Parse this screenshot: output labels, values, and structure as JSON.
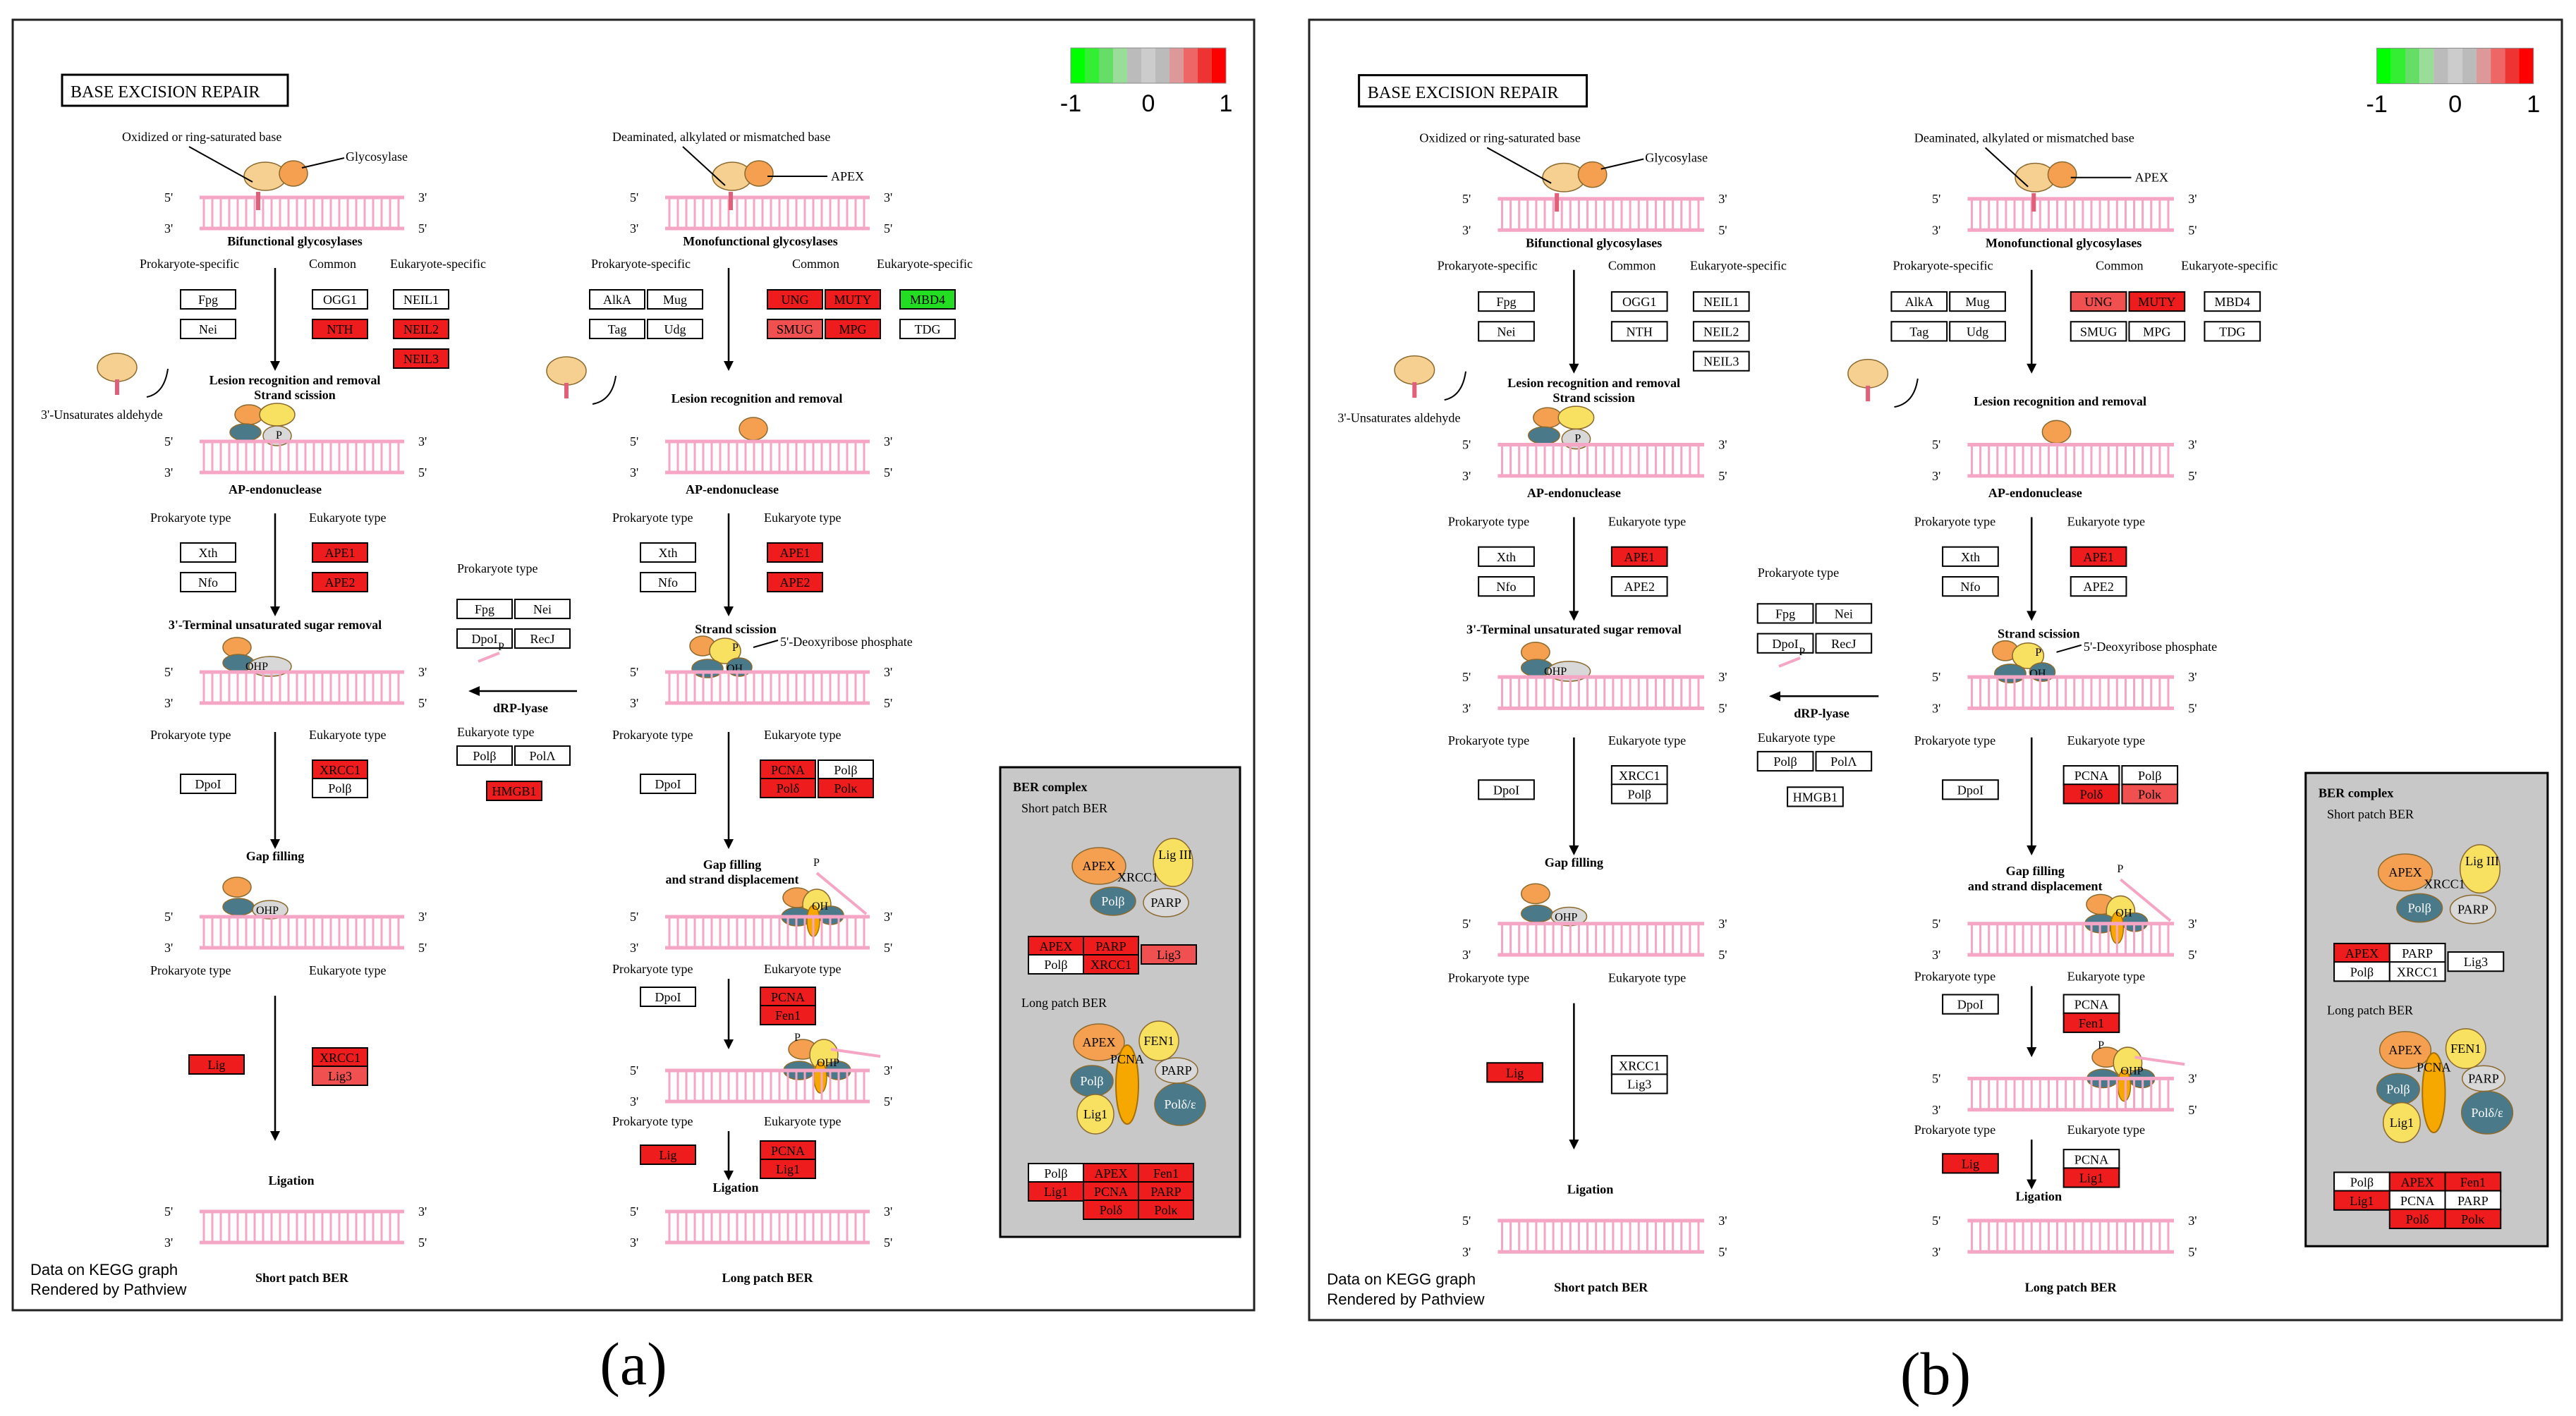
{
  "panels": [
    {
      "id": "a",
      "letter": "(a)",
      "title": "BASE EXCISION REPAIR",
      "footer": [
        "Data on KEGG graph",
        "Rendered by Pathview"
      ],
      "legend": [
        "-1",
        "0",
        "1"
      ],
      "labels": {
        "oxidized": "Oxidized or ring-saturated base",
        "glycosylase": "Glycosylase",
        "deaminated": "Deaminated, alkylated or mismatched base",
        "apex": "APEX",
        "bifunctional": "Bifunctional glycosylases",
        "monofunctional": "Monofunctional glycosylases",
        "prok_specific": "Prokaryote-specific",
        "common": "Common",
        "euk_specific": "Eukaryote-specific",
        "lesion_left": "Lesion recognition and removal",
        "strand_scission_left": "Strand scission",
        "lesion_right": "Lesion recognition and removal",
        "unsat_aldehyde": "3'-Unsaturates aldehyde",
        "ap_endo_left": "AP-endonuclease",
        "ap_endo_right": "AP-endonuclease",
        "prok_type": "Prokaryote type",
        "euk_type": "Eukaryote type",
        "terminal_removal": "3'-Terminal unsaturated sugar removal",
        "strand_scission_right": "Strand scission",
        "deoxyribose": "5'-Deoxyribose phosphate",
        "drp_lyase": "dRP-lyase",
        "gap_filling_left": "Gap filling",
        "gap_filling_right": "Gap filling",
        "strand_displacement": "and strand displacement",
        "ligation_left": "Ligation",
        "ligation_right": "Ligation",
        "short_patch": "Short patch BER",
        "long_patch": "Long patch BER",
        "ber_complex": "BER complex",
        "short_patch_ber": "Short patch BER",
        "long_patch_ber": "Long patch BER",
        "p": "P",
        "oh": "OH",
        "ohp": "OHP",
        "five": "5'",
        "three": "3'",
        "mol_apex": "APEX",
        "mol_xrcc1": "XRCC1",
        "mol_lig3": "Lig III",
        "mol_polb": "Polβ",
        "mol_parp": "PARP",
        "mol_fen1": "FEN1",
        "mol_pcna": "PCNA",
        "mol_lig1": "Lig1",
        "mol_polde": "Polδ/ε"
      },
      "genes": {
        "fpg1": {
          "label": "Fpg",
          "color": "#ffffff"
        },
        "nei1": {
          "label": "Nei",
          "color": "#ffffff"
        },
        "ogg1": {
          "label": "OGG1",
          "color": "#ffffff"
        },
        "nth": {
          "label": "NTH",
          "color": "#ee1c1c"
        },
        "neil1": {
          "label": "NEIL1",
          "color": "#ffffff"
        },
        "neil2": {
          "label": "NEIL2",
          "color": "#ee1c1c"
        },
        "neil3": {
          "label": "NEIL3",
          "color": "#ee1c1c"
        },
        "alka": {
          "label": "AlkA",
          "color": "#ffffff"
        },
        "mug": {
          "label": "Mug",
          "color": "#ffffff"
        },
        "tag": {
          "label": "Tag",
          "color": "#ffffff"
        },
        "udg": {
          "label": "Udg",
          "color": "#ffffff"
        },
        "ung": {
          "label": "UNG",
          "color": "#ee1c1c"
        },
        "muty": {
          "label": "MUTY",
          "color": "#ee1c1c"
        },
        "smug": {
          "label": "SMUG",
          "color": "#f05050"
        },
        "mpg": {
          "label": "MPG",
          "color": "#ee1c1c"
        },
        "mbd4": {
          "label": "MBD4",
          "color": "#22dd22"
        },
        "tdg": {
          "label": "TDG",
          "color": "#ffffff"
        },
        "xth1": {
          "label": "Xth",
          "color": "#ffffff"
        },
        "nfo1": {
          "label": "Nfo",
          "color": "#ffffff"
        },
        "ape1a": {
          "label": "APE1",
          "color": "#ee1c1c"
        },
        "ape2a": {
          "label": "APE2",
          "color": "#ee1c1c"
        },
        "xth2": {
          "label": "Xth",
          "color": "#ffffff"
        },
        "nfo2": {
          "label": "Nfo",
          "color": "#ffffff"
        },
        "ape1b": {
          "label": "APE1",
          "color": "#ee1c1c"
        },
        "ape2b": {
          "label": "APE2",
          "color": "#ee1c1c"
        },
        "fpg2": {
          "label": "Fpg",
          "color": "#ffffff"
        },
        "nei2": {
          "label": "Nei",
          "color": "#ffffff"
        },
        "dpol1": {
          "label": "DpoI",
          "color": "#ffffff"
        },
        "recj": {
          "label": "RecJ",
          "color": "#ffffff"
        },
        "polb1": {
          "label": "Polβ",
          "color": "#ffffff"
        },
        "pola": {
          "label": "PolΛ",
          "color": "#ffffff"
        },
        "hmgb1": {
          "label": "HMGB1",
          "color": "#ee1c1c"
        },
        "dpol2": {
          "label": "DpoI",
          "color": "#ffffff"
        },
        "xrcc1a": {
          "label": "XRCC1",
          "color": "#ee1c1c"
        },
        "polb2": {
          "label": "Polβ",
          "color": "#ffffff"
        },
        "dpol3": {
          "label": "DpoI",
          "color": "#ffffff"
        },
        "pcna1": {
          "label": "PCNA",
          "color": "#ee1c1c"
        },
        "polb3": {
          "label": "Polβ",
          "color": "#ffffff"
        },
        "pold1": {
          "label": "Polδ",
          "color": "#ee1c1c"
        },
        "polk1": {
          "label": "Polκ",
          "color": "#ee1c1c"
        },
        "dpol4": {
          "label": "DpoI",
          "color": "#ffffff"
        },
        "pcna2": {
          "label": "PCNA",
          "color": "#ee1c1c"
        },
        "fen1a": {
          "label": "Fen1",
          "color": "#ee1c1c"
        },
        "lig_l": {
          "label": "Lig",
          "color": "#ee1c1c"
        },
        "xrcc1b": {
          "label": "XRCC1",
          "color": "#ee1c1c"
        },
        "lig3a": {
          "label": "Lig3",
          "color": "#f05050"
        },
        "lig_r": {
          "label": "Lig",
          "color": "#ee1c1c"
        },
        "pcna3": {
          "label": "PCNA",
          "color": "#ee1c1c"
        },
        "lig1a": {
          "label": "Lig1",
          "color": "#ee1c1c"
        },
        "c_apex": {
          "label": "APEX",
          "color": "#ee1c1c"
        },
        "c_parp": {
          "label": "PARP",
          "color": "#ee1c1c"
        },
        "c_polb": {
          "label": "Polβ",
          "color": "#ffffff"
        },
        "c_xrcc1": {
          "label": "XRCC1",
          "color": "#ee1c1c"
        },
        "c_lig3": {
          "label": "Lig3",
          "color": "#f05050"
        },
        "l_polb": {
          "label": "Polβ",
          "color": "#ffffff"
        },
        "l_apex": {
          "label": "APEX",
          "color": "#ee1c1c"
        },
        "l_fen1": {
          "label": "Fen1",
          "color": "#ee1c1c"
        },
        "l_lig1": {
          "label": "Lig1",
          "color": "#ee1c1c"
        },
        "l_pcna": {
          "label": "PCNA",
          "color": "#ee1c1c"
        },
        "l_parp": {
          "label": "PARP",
          "color": "#ee1c1c"
        },
        "l_pold": {
          "label": "Polδ",
          "color": "#ee1c1c"
        },
        "l_polk": {
          "label": "Polκ",
          "color": "#ee1c1c"
        }
      }
    },
    {
      "id": "b",
      "letter": "(b)",
      "title": "BASE EXCISION REPAIR",
      "footer": [
        "Data on KEGG graph",
        "Rendered by Pathview"
      ],
      "legend": [
        "-1",
        "0",
        "1"
      ],
      "labels": {
        "oxidized": "Oxidized or ring-saturated base",
        "glycosylase": "Glycosylase",
        "deaminated": "Deaminated, alkylated or mismatched base",
        "apex": "APEX",
        "bifunctional": "Bifunctional glycosylases",
        "monofunctional": "Monofunctional glycosylases",
        "prok_specific": "Prokaryote-specific",
        "common": "Common",
        "euk_specific": "Eukaryote-specific",
        "lesion_left": "Lesion recognition and removal",
        "strand_scission_left": "Strand scission",
        "lesion_right": "Lesion recognition and removal",
        "unsat_aldehyde": "3'-Unsaturates aldehyde",
        "ap_endo_left": "AP-endonuclease",
        "ap_endo_right": "AP-endonuclease",
        "prok_type": "Prokaryote type",
        "euk_type": "Eukaryote type",
        "terminal_removal": "3'-Terminal unsaturated sugar removal",
        "strand_scission_right": "Strand scission",
        "deoxyribose": "5'-Deoxyribose phosphate",
        "drp_lyase": "dRP-lyase",
        "gap_filling_left": "Gap filling",
        "gap_filling_right": "Gap filling",
        "strand_displacement": "and strand displacement",
        "ligation_left": "Ligation",
        "ligation_right": "Ligation",
        "short_patch": "Short patch BER",
        "long_patch": "Long patch BER",
        "ber_complex": "BER complex",
        "short_patch_ber": "Short patch BER",
        "long_patch_ber": "Long patch BER",
        "p": "P",
        "oh": "OH",
        "ohp": "OHP",
        "five": "5'",
        "three": "3'",
        "mol_apex": "APEX",
        "mol_xrcc1": "XRCC1",
        "mol_lig3": "Lig III",
        "mol_polb": "Polβ",
        "mol_parp": "PARP",
        "mol_fen1": "FEN1",
        "mol_pcna": "PCNA",
        "mol_lig1": "Lig1",
        "mol_polde": "Polδ/ε"
      },
      "genes": {
        "fpg1": {
          "label": "Fpg",
          "color": "#ffffff"
        },
        "nei1": {
          "label": "Nei",
          "color": "#ffffff"
        },
        "ogg1": {
          "label": "OGG1",
          "color": "#ffffff"
        },
        "nth": {
          "label": "NTH",
          "color": "#ffffff"
        },
        "neil1": {
          "label": "NEIL1",
          "color": "#ffffff"
        },
        "neil2": {
          "label": "NEIL2",
          "color": "#ffffff"
        },
        "neil3": {
          "label": "NEIL3",
          "color": "#ffffff"
        },
        "alka": {
          "label": "AlkA",
          "color": "#ffffff"
        },
        "mug": {
          "label": "Mug",
          "color": "#ffffff"
        },
        "tag": {
          "label": "Tag",
          "color": "#ffffff"
        },
        "udg": {
          "label": "Udg",
          "color": "#ffffff"
        },
        "ung": {
          "label": "UNG",
          "color": "#f05050"
        },
        "muty": {
          "label": "MUTY",
          "color": "#ee1c1c"
        },
        "smug": {
          "label": "SMUG",
          "color": "#ffffff"
        },
        "mpg": {
          "label": "MPG",
          "color": "#ffffff"
        },
        "mbd4": {
          "label": "MBD4",
          "color": "#ffffff"
        },
        "tdg": {
          "label": "TDG",
          "color": "#ffffff"
        },
        "xth1": {
          "label": "Xth",
          "color": "#ffffff"
        },
        "nfo1": {
          "label": "Nfo",
          "color": "#ffffff"
        },
        "ape1a": {
          "label": "APE1",
          "color": "#ee1c1c"
        },
        "ape2a": {
          "label": "APE2",
          "color": "#ffffff"
        },
        "xth2": {
          "label": "Xth",
          "color": "#ffffff"
        },
        "nfo2": {
          "label": "Nfo",
          "color": "#ffffff"
        },
        "ape1b": {
          "label": "APE1",
          "color": "#ee1c1c"
        },
        "ape2b": {
          "label": "APE2",
          "color": "#ffffff"
        },
        "fpg2": {
          "label": "Fpg",
          "color": "#ffffff"
        },
        "nei2": {
          "label": "Nei",
          "color": "#ffffff"
        },
        "dpol1": {
          "label": "DpoI",
          "color": "#ffffff"
        },
        "recj": {
          "label": "RecJ",
          "color": "#ffffff"
        },
        "polb1": {
          "label": "Polβ",
          "color": "#ffffff"
        },
        "pola": {
          "label": "PolΛ",
          "color": "#ffffff"
        },
        "hmgb1": {
          "label": "HMGB1",
          "color": "#ffffff"
        },
        "dpol2": {
          "label": "DpoI",
          "color": "#ffffff"
        },
        "xrcc1a": {
          "label": "XRCC1",
          "color": "#ffffff"
        },
        "polb2": {
          "label": "Polβ",
          "color": "#ffffff"
        },
        "dpol3": {
          "label": "DpoI",
          "color": "#ffffff"
        },
        "pcna1": {
          "label": "PCNA",
          "color": "#ffffff"
        },
        "polb3": {
          "label": "Polβ",
          "color": "#ffffff"
        },
        "pold1": {
          "label": "Polδ",
          "color": "#ee1c1c"
        },
        "polk1": {
          "label": "Polκ",
          "color": "#f05050"
        },
        "dpol4": {
          "label": "DpoI",
          "color": "#ffffff"
        },
        "pcna2": {
          "label": "PCNA",
          "color": "#ffffff"
        },
        "fen1a": {
          "label": "Fen1",
          "color": "#ee1c1c"
        },
        "lig_l": {
          "label": "Lig",
          "color": "#ee1c1c"
        },
        "xrcc1b": {
          "label": "XRCC1",
          "color": "#ffffff"
        },
        "lig3a": {
          "label": "Lig3",
          "color": "#ffffff"
        },
        "lig_r": {
          "label": "Lig",
          "color": "#ee1c1c"
        },
        "pcna3": {
          "label": "PCNA",
          "color": "#ffffff"
        },
        "lig1a": {
          "label": "Lig1",
          "color": "#ee1c1c"
        },
        "c_apex": {
          "label": "APEX",
          "color": "#ee1c1c"
        },
        "c_parp": {
          "label": "PARP",
          "color": "#ffffff"
        },
        "c_polb": {
          "label": "Polβ",
          "color": "#ffffff"
        },
        "c_xrcc1": {
          "label": "XRCC1",
          "color": "#ffffff"
        },
        "c_lig3": {
          "label": "Lig3",
          "color": "#ffffff"
        },
        "l_polb": {
          "label": "Polβ",
          "color": "#ffffff"
        },
        "l_apex": {
          "label": "APEX",
          "color": "#ee1c1c"
        },
        "l_fen1": {
          "label": "Fen1",
          "color": "#ee1c1c"
        },
        "l_lig1": {
          "label": "Lig1",
          "color": "#ee1c1c"
        },
        "l_pcna": {
          "label": "PCNA",
          "color": "#ffffff"
        },
        "l_parp": {
          "label": "PARP",
          "color": "#ffffff"
        },
        "l_pold": {
          "label": "Polδ",
          "color": "#ee1c1c"
        },
        "l_polk": {
          "label": "Polκ",
          "color": "#ee1c1c"
        }
      }
    }
  ],
  "legend_colors": [
    "#00ff00",
    "#33ee33",
    "#66dd66",
    "#99dd99",
    "#bbbbbb",
    "#cccccc",
    "#bbbbbb",
    "#dd9999",
    "#ee6666",
    "#ee3333",
    "#ff0000"
  ],
  "colors": {
    "dna": "#f4a6c4",
    "border": "#000000",
    "complex_bg": "#c8c8c8",
    "orange": "#f4a050",
    "yellow": "#f8e060",
    "teal": "#4a7a8a",
    "gray_mol": "#d8d8d8",
    "lesion": "#e0607a"
  }
}
